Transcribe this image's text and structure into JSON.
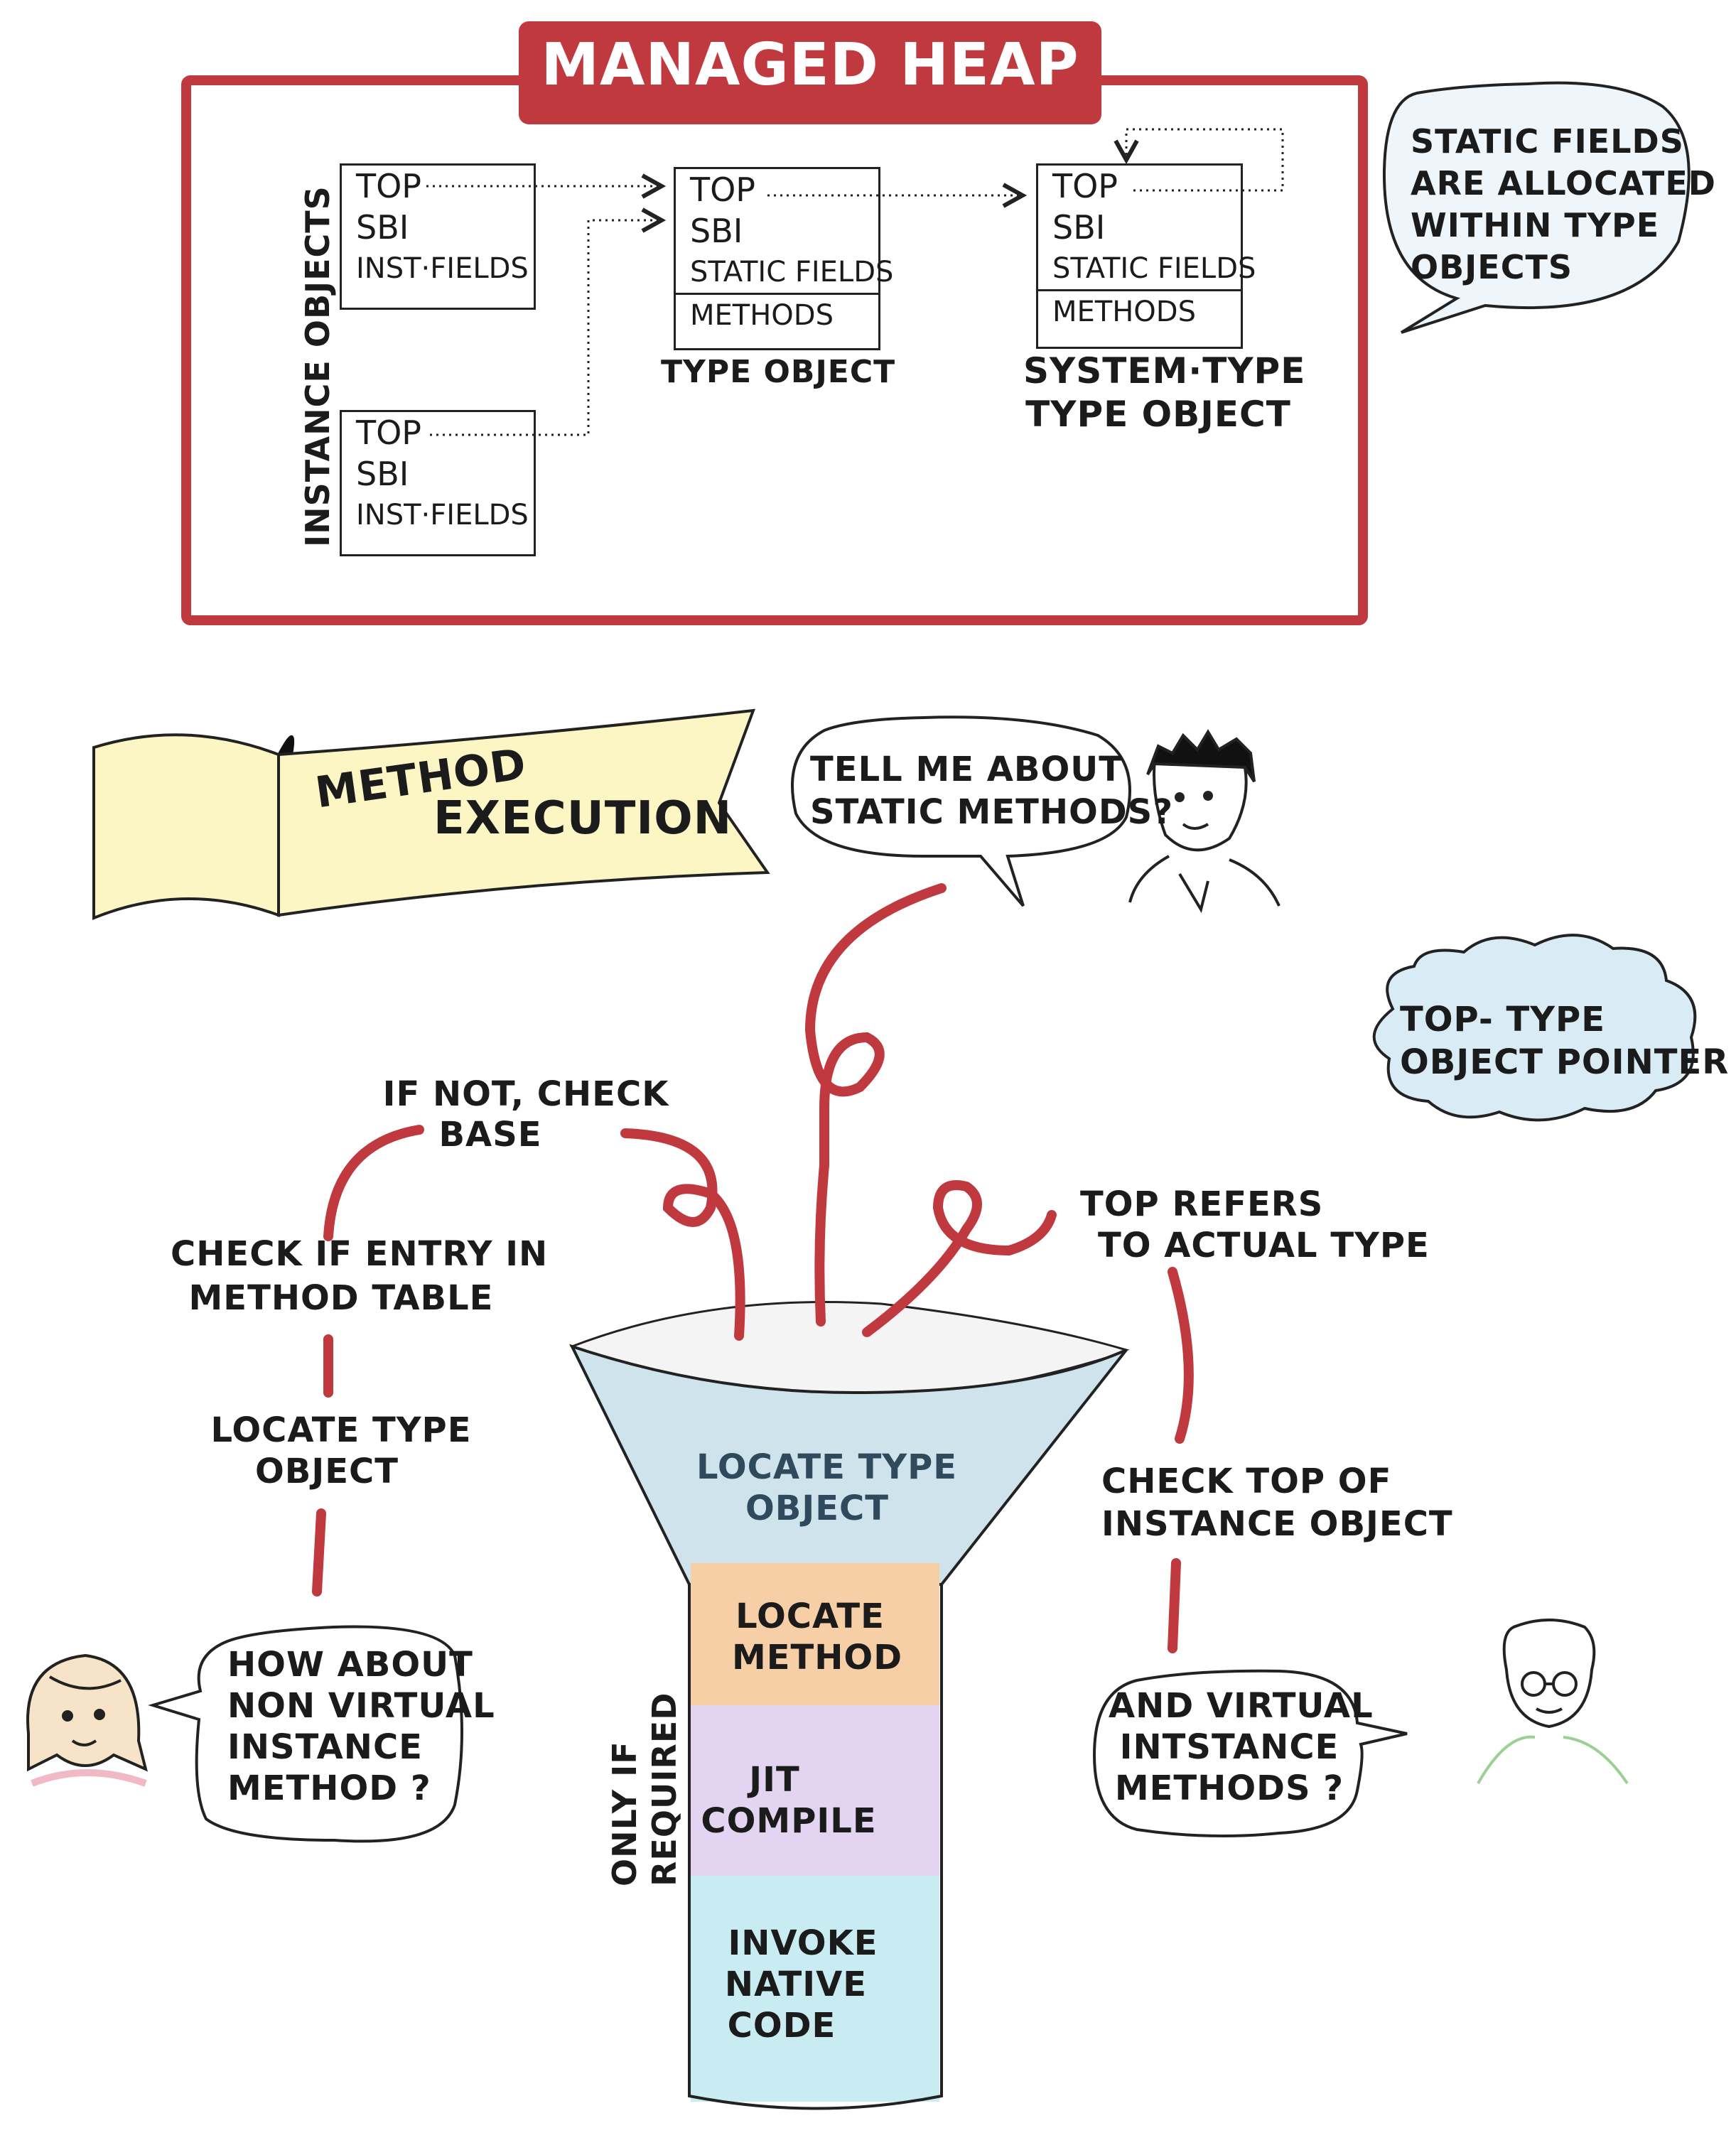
{
  "managed_heap": {
    "title": "MANAGED HEAP",
    "instance_objects_label": "INSTANCE OBJECTS",
    "instance_object_1": {
      "fields": [
        "TOP",
        "SBI",
        "INST·FIELDS"
      ]
    },
    "instance_object_2": {
      "fields": [
        "TOP",
        "SBI",
        "INST·FIELDS"
      ]
    },
    "type_object": {
      "fields": [
        "TOP",
        "SBI",
        "STATIC FIELDS"
      ],
      "methods": "METHODS",
      "caption": "TYPE OBJECT"
    },
    "system_type_object": {
      "fields": [
        "TOP",
        "SBI",
        "STATIC FIELDS"
      ],
      "methods": "METHODS",
      "caption_line1": "SYSTEM·TYPE",
      "caption_line2": "TYPE OBJECT"
    },
    "callout": [
      "STATIC FIELDS",
      "ARE ALLOCATED",
      "WITHIN TYPE",
      "OBJECTS"
    ]
  },
  "method_execution": {
    "banner_line1": "METHOD",
    "banner_line2": "EXECUTION",
    "question_static": [
      "TELL ME ABOUT",
      "STATIC METHODS?"
    ],
    "top_cloud": [
      "TOP- TYPE",
      "OBJECT POINTER"
    ],
    "left_path": {
      "step_top": [
        "IF NOT, CHECK",
        "BASE"
      ],
      "step_2": [
        "CHECK IF ENTRY IN",
        "METHOD TABLE"
      ],
      "step_3": [
        "LOCATE TYPE",
        "OBJECT"
      ]
    },
    "question_nonvirtual": [
      "HOW ABOUT",
      "NON VIRTUAL",
      "INSTANCE",
      "METHOD ?"
    ],
    "right_path": {
      "step_top": [
        "TOP REFERS",
        "TO ACTUAL TYPE"
      ],
      "step_2": [
        "CHECK TOP OF",
        "INSTANCE OBJECT"
      ]
    },
    "question_virtual": [
      "AND VIRTUAL",
      "INTSTANCE",
      "METHODS ?"
    ],
    "funnel": {
      "stage_1": [
        "LOCATE TYPE",
        "OBJECT"
      ],
      "stage_2": [
        "LOCATE",
        "METHOD"
      ],
      "stage_3": [
        "JIT",
        "COMPILE"
      ],
      "stage_4": [
        "INVOKE",
        "NATIVE",
        "CODE"
      ],
      "side_note_line1": "ONLY IF",
      "side_note_line2": "REQUIRED"
    }
  },
  "colors": {
    "accent_red": "#c0393f",
    "ink": "#1b1b1b",
    "funnel_blue": "#cfe3ec",
    "funnel_orange": "#f7cfa6",
    "funnel_purple": "#e3d4f2",
    "funnel_cyan": "#c9ecf3",
    "banner_yellow": "#fbf6c4",
    "cloud_blue": "#d9ebf5"
  }
}
